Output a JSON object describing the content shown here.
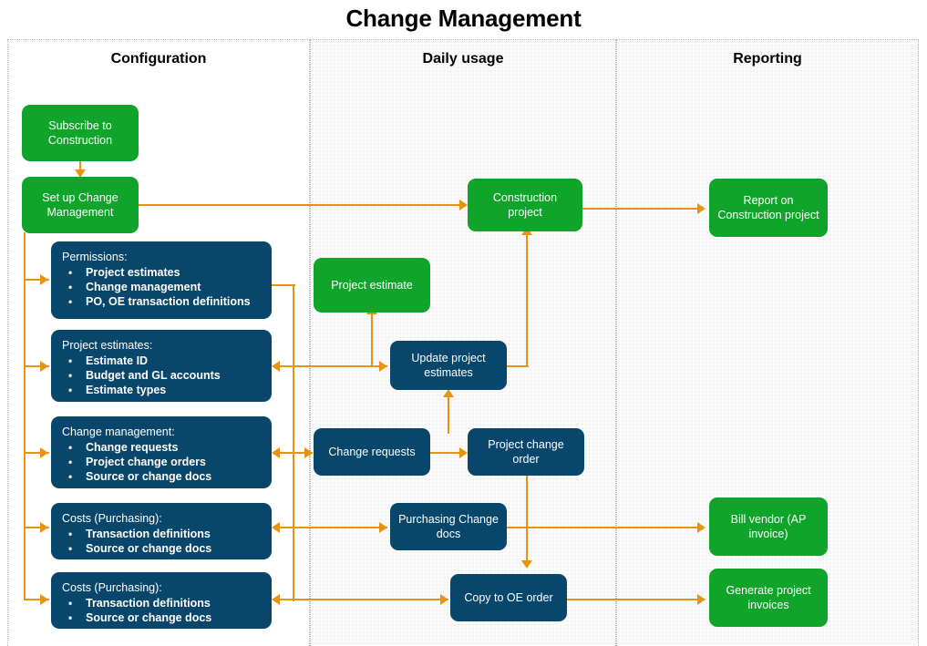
{
  "title": "Change Management",
  "lanes": [
    {
      "id": "configuration",
      "label": "Configuration"
    },
    {
      "id": "daily-usage",
      "label": "Daily usage"
    },
    {
      "id": "reporting",
      "label": "Reporting"
    }
  ],
  "colors": {
    "green": "#10a52a",
    "blue": "#08476b",
    "arrow": "#e8930c",
    "lane_border": "#b4b4b4",
    "page_background": "#ffffff"
  },
  "nodes": {
    "subscribe_construction": {
      "label": "Subscribe to Construction",
      "type": "green",
      "lane": "configuration"
    },
    "set_up_change_management": {
      "label": "Set up Change Management",
      "type": "green",
      "lane": "configuration"
    },
    "permissions": {
      "type": "blue",
      "lane": "configuration",
      "heading": "Permissions:",
      "items": [
        "Project estimates",
        "Change management",
        "PO, OE transaction definitions"
      ]
    },
    "project_estimates": {
      "type": "blue",
      "lane": "configuration",
      "heading": "Project estimates:",
      "items": [
        "Estimate ID",
        "Budget and GL accounts",
        "Estimate types"
      ]
    },
    "change_management": {
      "type": "blue",
      "lane": "configuration",
      "heading": "Change management:",
      "items": [
        "Change requests",
        "Project change orders",
        "Source or change docs"
      ]
    },
    "costs_purchasing_1": {
      "type": "blue",
      "lane": "configuration",
      "heading": "Costs  (Purchasing):",
      "items": [
        "Transaction definitions",
        "Source or change docs"
      ]
    },
    "costs_purchasing_2": {
      "type": "blue",
      "lane": "configuration",
      "heading": "Costs  (Purchasing):",
      "items": [
        "Transaction definitions",
        "Source or change docs"
      ]
    },
    "construction_project": {
      "label": "Construction project",
      "type": "green",
      "lane": "daily-usage"
    },
    "project_estimate": {
      "label": "Project estimate",
      "type": "green",
      "lane": "daily-usage"
    },
    "update_project_estimates": {
      "label": "Update project estimates",
      "type": "blue",
      "lane": "daily-usage"
    },
    "change_requests": {
      "label": "Change requests",
      "type": "blue",
      "lane": "daily-usage"
    },
    "project_change_order": {
      "label": "Project change order",
      "type": "blue",
      "lane": "daily-usage"
    },
    "purchasing_change_docs": {
      "label": "Purchasing Change docs",
      "type": "blue",
      "lane": "daily-usage"
    },
    "copy_to_oe_order": {
      "label": "Copy to OE order",
      "type": "blue",
      "lane": "daily-usage"
    },
    "report_on_construction_project": {
      "label": "Report on Construction project",
      "type": "green",
      "lane": "reporting"
    },
    "bill_vendor": {
      "label": "Bill vendor (AP invoice)",
      "type": "green",
      "lane": "reporting"
    },
    "generate_project_invoices": {
      "label": "Generate project invoices",
      "type": "green",
      "lane": "reporting"
    }
  }
}
